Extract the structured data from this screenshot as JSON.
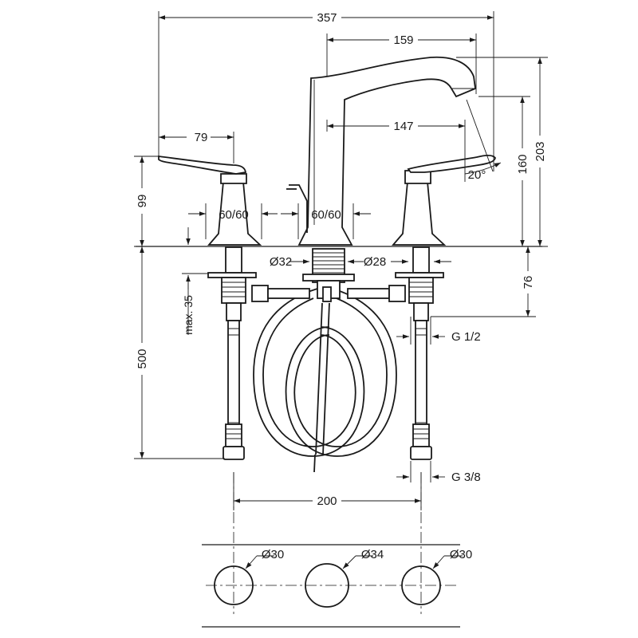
{
  "drawing": {
    "dimensions": {
      "total_width": "357",
      "spout_reach": "159",
      "spout_outlet_reach": "147",
      "handle_reach": "79",
      "handle_height": "99",
      "spout_height": "203",
      "outlet_height": "160",
      "handle_angle": "20°",
      "base_left": "60/60",
      "base_center": "60/60",
      "hole_spout": "Ø32",
      "hole_valve": "Ø28",
      "max_thickness": "max. 35",
      "hose_length": "500",
      "valve_depth": "76",
      "thread_upper": "G 1/2",
      "thread_lower": "G 3/8",
      "spacing": "200",
      "cutout_left": "Ø30",
      "cutout_center": "Ø34",
      "cutout_right": "Ø30"
    }
  },
  "colors": {
    "line": "#1a1a1a",
    "background": "#ffffff"
  }
}
